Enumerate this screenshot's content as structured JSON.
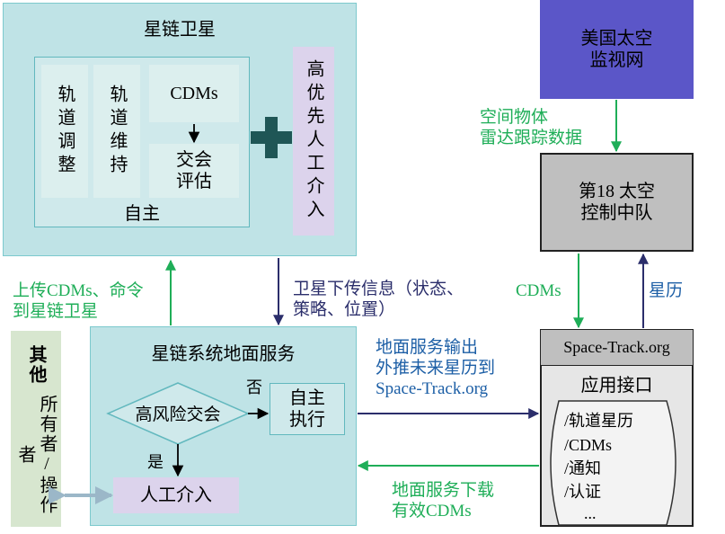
{
  "satellite": {
    "title": "星链卫星",
    "orbit_adjust": "轨道调整",
    "orbit_keep": "轨道维持",
    "cdms": "CDMs",
    "assess": "交会\n评估",
    "autonomy": "自主",
    "human_priority": "高优先人工介入"
  },
  "surveillance": {
    "title": "美国太空\n监视网"
  },
  "squadron": {
    "title": "第18 太空\n控制中队"
  },
  "ground": {
    "title": "星链系统地面服务",
    "decision": "高风险交会",
    "no_label": "否",
    "yes_label": "是",
    "auto_exec": "自主\n执行",
    "human": "人工介入"
  },
  "others": {
    "line1": "其他",
    "line2": "所有者/操作者"
  },
  "spacetrack": {
    "header": "Space-Track.org",
    "api_title": "应用接口",
    "items": [
      "/轨道星历",
      "/CDMs",
      "/通知",
      "/认证",
      "..."
    ]
  },
  "edges": {
    "upload": "上传CDMs、命令\n到星链卫星",
    "downlink": "卫星下传信息（状态、\n策略、位置）",
    "radar": "空间物体\n雷达跟踪数据",
    "cdms": "CDMs",
    "ephemeris": "星历",
    "ground_output": "地面服务输出\n外推未来星历到\nSpace-Track.org",
    "ground_download": "地面服务下载\n有效CDMs"
  },
  "colors": {
    "cyan_fill": "#bfe3e6",
    "purple_fill": "#dcd3ec",
    "navy_block": "#5b56c8",
    "gray_fill": "#bfbfbf",
    "green_edge": "#1fae58",
    "navy_edge": "#2b2e6b",
    "blue_text": "#1d5fa6",
    "cross": "#1f5656"
  }
}
